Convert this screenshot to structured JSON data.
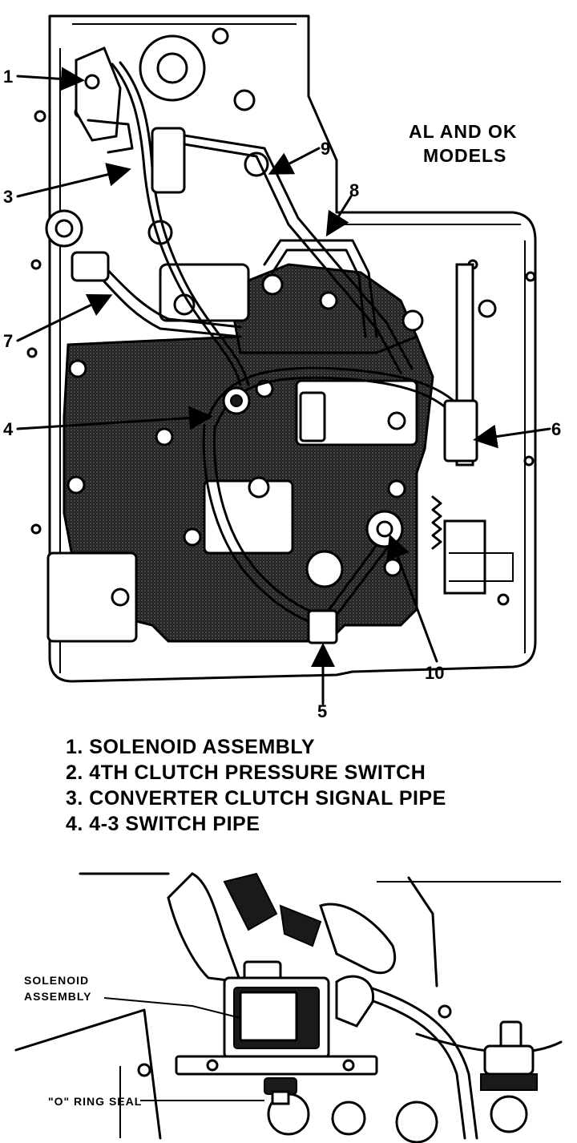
{
  "header": {
    "line1": "AL AND OK",
    "line2": "MODELS"
  },
  "callouts": {
    "c1": "1",
    "c3": "3",
    "c4": "4",
    "c5": "5",
    "c6": "6",
    "c7": "7",
    "c8": "8",
    "c9": "9",
    "c10": "10"
  },
  "legend": [
    "1.  SOLENOID ASSEMBLY",
    "2.  4TH CLUTCH PRESSURE SWITCH",
    "3.  CONVERTER CLUTCH SIGNAL PIPE",
    "4.  4-3 SWITCH PIPE"
  ],
  "detail": {
    "solenoid_line1": "SOLENOID",
    "solenoid_line2": "ASSEMBLY",
    "oring_label": "\"O\" RING SEAL"
  }
}
